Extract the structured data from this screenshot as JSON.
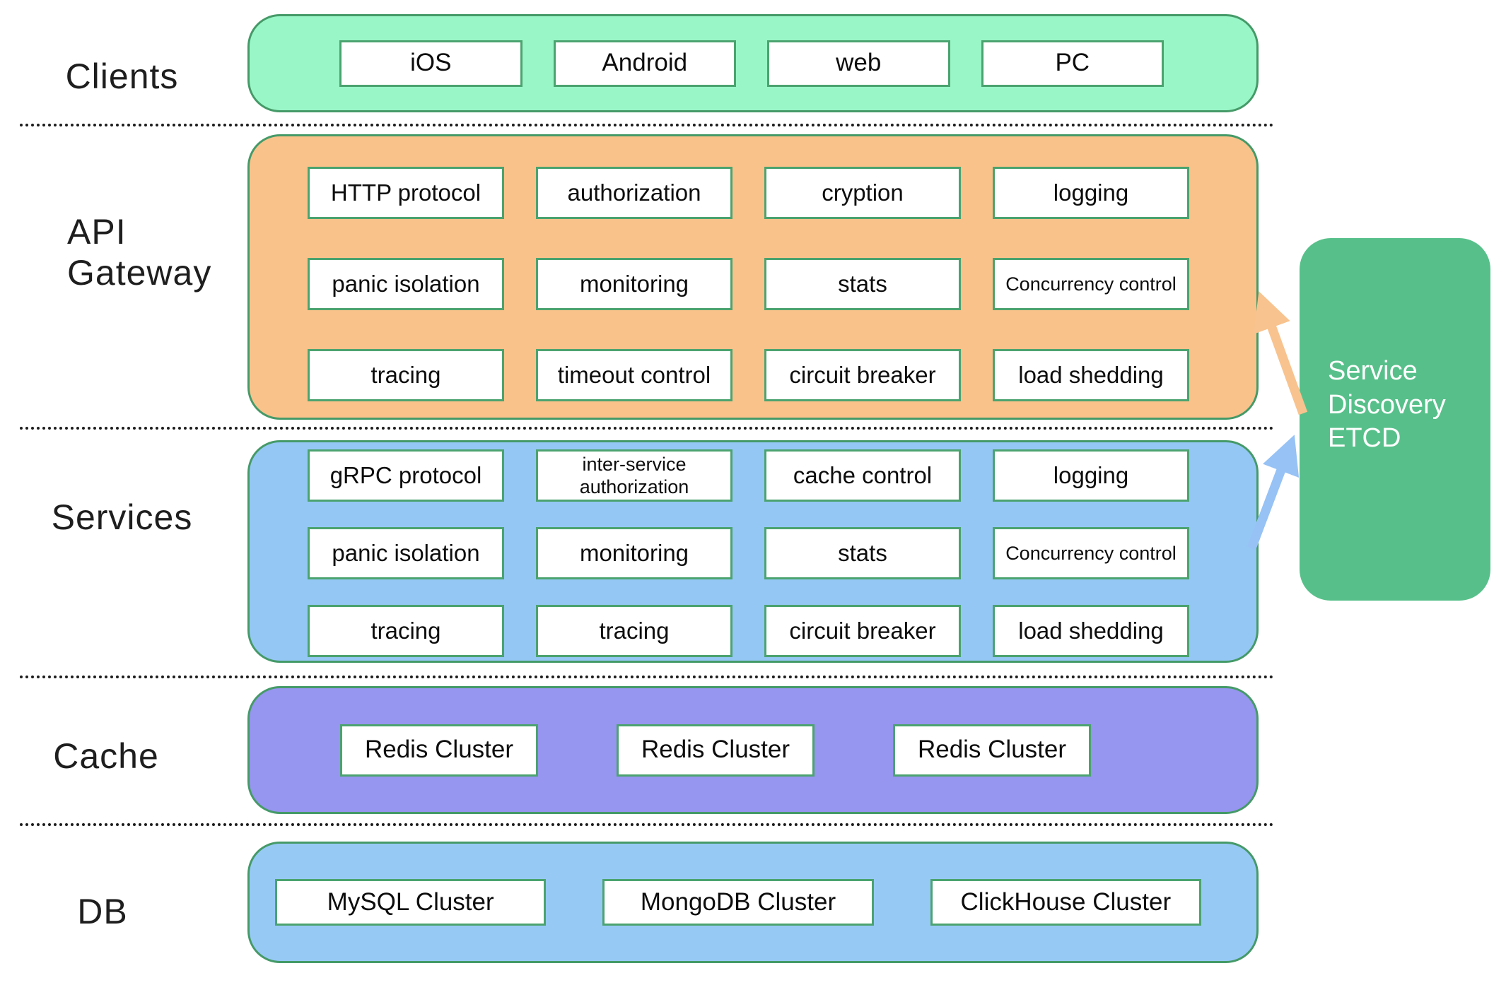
{
  "layers": {
    "clients": {
      "label": "Clients",
      "items": [
        "iOS",
        "Android",
        "web",
        "PC"
      ]
    },
    "api_gateway": {
      "label": "API\nGateway",
      "rows": [
        [
          "HTTP protocol",
          "authorization",
          "cryption",
          "logging"
        ],
        [
          "panic isolation",
          "monitoring",
          "stats",
          "Concurrency control"
        ],
        [
          "tracing",
          "timeout control",
          "circuit breaker",
          "load shedding"
        ]
      ]
    },
    "services": {
      "label": "Services",
      "rows": [
        [
          "gRPC protocol",
          "inter-service authorization",
          "cache control",
          "logging"
        ],
        [
          "panic isolation",
          "monitoring",
          "stats",
          "Concurrency control"
        ],
        [
          "tracing",
          "tracing",
          "circuit breaker",
          "load shedding"
        ]
      ]
    },
    "cache": {
      "label": "Cache",
      "items": [
        "Redis Cluster",
        "Redis Cluster",
        "Redis Cluster"
      ]
    },
    "db": {
      "label": "DB",
      "items": [
        "MySQL Cluster",
        "MongoDB Cluster",
        "ClickHouse Cluster"
      ]
    }
  },
  "service_discovery": {
    "label": "Service Discovery ETCD",
    "color": "#57c08a"
  },
  "arrows": [
    {
      "name": "etcd-to-api-gateway",
      "color": "#f8c38f"
    },
    {
      "name": "services-to-etcd",
      "color": "#96c2f5"
    }
  ],
  "colors": {
    "clients_band": "#99f6c7",
    "api_gateway_band": "#f9c28b",
    "services_band": "#95c7f4",
    "cache_band": "#9695ef",
    "db_band": "#97c9f5",
    "band_border": "#459a68",
    "chip_border": "#4ba36f",
    "etcd_box": "#57c08a"
  }
}
